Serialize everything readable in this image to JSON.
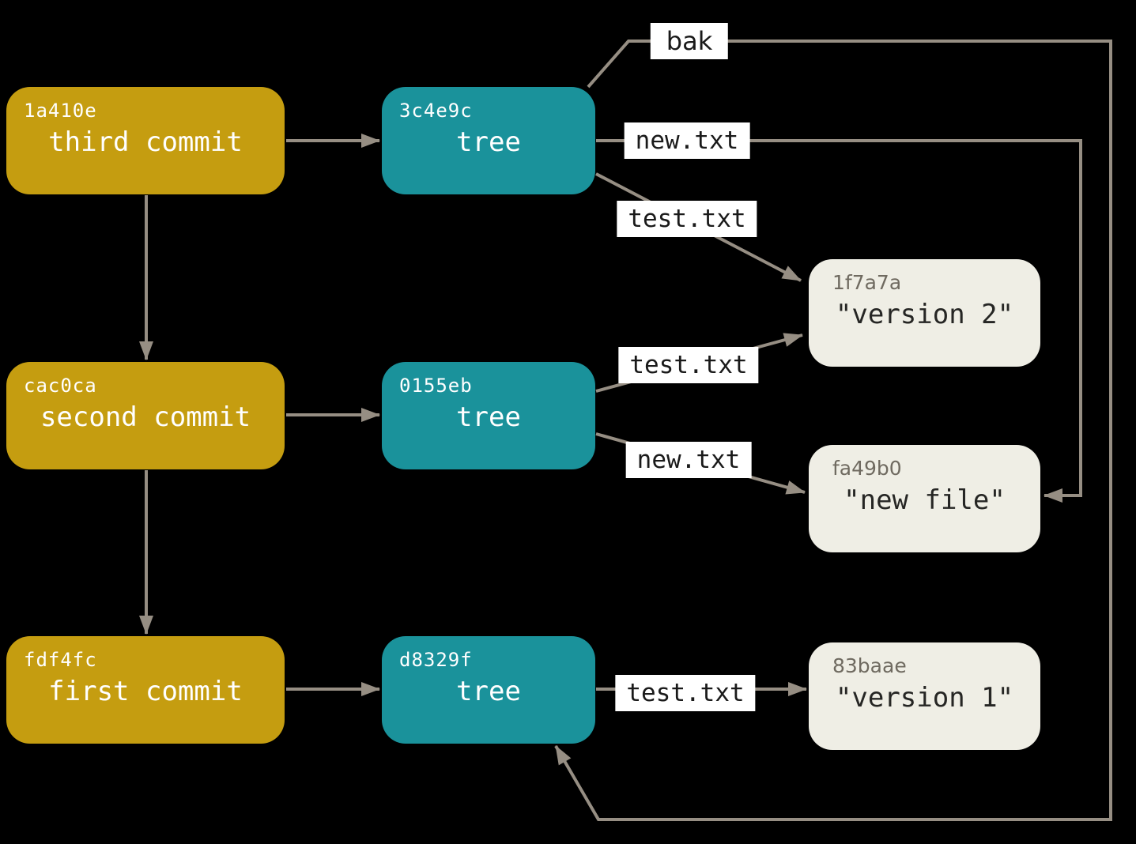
{
  "colors": {
    "background": "#000000",
    "commit-fill": "#c59d10",
    "tree-fill": "#1a929b",
    "blob-fill": "#efeee5",
    "edge": "#968e83",
    "label-bg": "#ffffff",
    "label-text": "#1a1a1a",
    "node-text": "#ffffff",
    "blob-hash-text": "#6f6a60",
    "blob-label-text": "#262624"
  },
  "nodes": {
    "commits": [
      {
        "hash": "1a410e",
        "label": "third commit"
      },
      {
        "hash": "cac0ca",
        "label": "second commit"
      },
      {
        "hash": "fdf4fc",
        "label": "first commit"
      }
    ],
    "trees": [
      {
        "hash": "3c4e9c",
        "label": "tree"
      },
      {
        "hash": "0155eb",
        "label": "tree"
      },
      {
        "hash": "d8329f",
        "label": "tree"
      }
    ],
    "blobs": [
      {
        "hash": "1f7a7a",
        "label": "\"version 2\""
      },
      {
        "hash": "fa49b0",
        "label": "\"new file\""
      },
      {
        "hash": "83baae",
        "label": "\"version 1\""
      }
    ]
  },
  "edge_labels": {
    "bak": "bak",
    "new_txt_top": "new.txt",
    "test_txt_top": "test.txt",
    "test_txt_mid": "test.txt",
    "new_txt_mid": "new.txt",
    "test_txt_bottom": "test.txt"
  }
}
